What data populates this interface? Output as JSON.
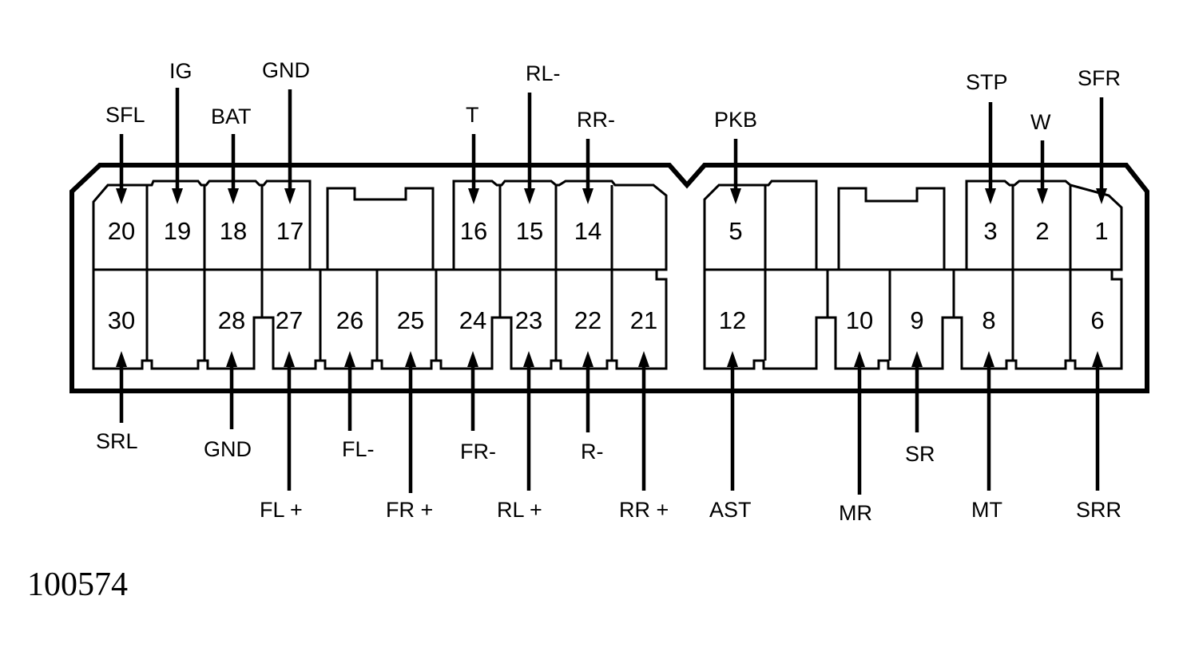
{
  "figure_number": "100574",
  "connector": {
    "top_row": [
      {
        "pin": "20",
        "signal": "SFL"
      },
      {
        "pin": "19",
        "signal": "IG"
      },
      {
        "pin": "18",
        "signal": "BAT"
      },
      {
        "pin": "17",
        "signal": "GND"
      },
      {
        "pin": "16",
        "signal": "T"
      },
      {
        "pin": "15",
        "signal": "RL-"
      },
      {
        "pin": "14",
        "signal": "RR-"
      },
      {
        "pin": "5",
        "signal": "PKB"
      },
      {
        "pin": "3",
        "signal": "STP"
      },
      {
        "pin": "2",
        "signal": "W"
      },
      {
        "pin": "1",
        "signal": "SFR"
      }
    ],
    "bottom_row": [
      {
        "pin": "30",
        "signal": "SRL"
      },
      {
        "pin": "28",
        "signal": "GND"
      },
      {
        "pin": "27",
        "signal": "FL+"
      },
      {
        "pin": "26",
        "signal": "FL-"
      },
      {
        "pin": "25",
        "signal": "FR+"
      },
      {
        "pin": "24",
        "signal": "FR-"
      },
      {
        "pin": "23",
        "signal": "RL+"
      },
      {
        "pin": "22",
        "signal": "R-"
      },
      {
        "pin": "21",
        "signal": "RR+"
      },
      {
        "pin": "12",
        "signal": "AST"
      },
      {
        "pin": "10",
        "signal": "MR"
      },
      {
        "pin": "9",
        "signal": "SR"
      },
      {
        "pin": "8",
        "signal": "MT"
      },
      {
        "pin": "6",
        "signal": "SRR"
      }
    ]
  }
}
